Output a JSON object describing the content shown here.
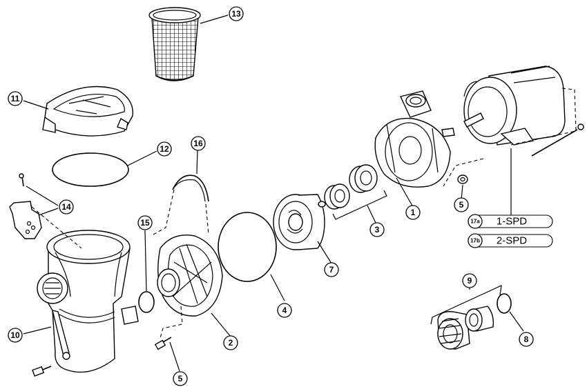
{
  "callouts": [
    {
      "id": "1",
      "label": "1"
    },
    {
      "id": "2",
      "label": "2"
    },
    {
      "id": "3",
      "label": "3"
    },
    {
      "id": "4",
      "label": "4"
    },
    {
      "id": "5a",
      "label": "5"
    },
    {
      "id": "5b",
      "label": "5"
    },
    {
      "id": "7",
      "label": "7"
    },
    {
      "id": "8",
      "label": "8"
    },
    {
      "id": "9",
      "label": "9"
    },
    {
      "id": "10",
      "label": "10"
    },
    {
      "id": "11",
      "label": "11"
    },
    {
      "id": "12",
      "label": "12"
    },
    {
      "id": "13",
      "label": "13"
    },
    {
      "id": "14",
      "label": "14"
    },
    {
      "id": "15",
      "label": "15"
    },
    {
      "id": "16",
      "label": "16"
    }
  ],
  "legend": [
    {
      "tag": "17a",
      "text": "1-SPD"
    },
    {
      "tag": "17b",
      "text": "2-SPD"
    }
  ],
  "parts": [
    {
      "id": "strainer-basket",
      "icon": "basket-icon"
    },
    {
      "id": "lid",
      "icon": "lid-icon"
    },
    {
      "id": "lid-o-ring",
      "icon": "o-ring-icon"
    },
    {
      "id": "lid-latch",
      "icon": "latch-icon"
    },
    {
      "id": "pump-housing",
      "icon": "housing-icon"
    },
    {
      "id": "seal-plate",
      "icon": "plate-icon"
    },
    {
      "id": "diffuser-gasket",
      "icon": "o-ring-icon"
    },
    {
      "id": "impeller",
      "icon": "impeller-icon"
    },
    {
      "id": "shaft-seal",
      "icon": "seal-icon"
    },
    {
      "id": "adapter-bracket",
      "icon": "bracket-icon"
    },
    {
      "id": "motor",
      "icon": "motor-icon"
    },
    {
      "id": "union-fitting",
      "icon": "union-icon"
    }
  ]
}
